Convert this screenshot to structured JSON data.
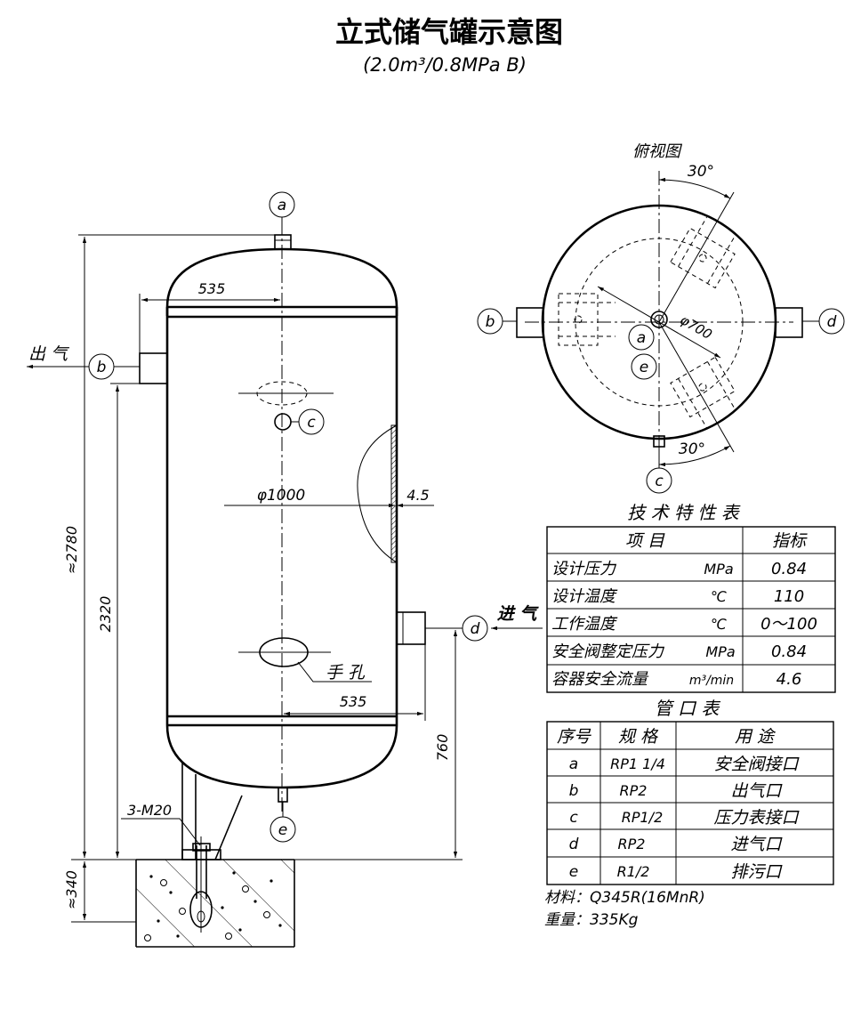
{
  "title": "立式储气罐示意图",
  "subtitle": "(2.0m³/0.8MPa  B)",
  "top_view_title": "俯视图",
  "labels": {
    "a": "a",
    "b": "b",
    "c": "c",
    "d": "d",
    "e": "e",
    "outlet": "出 气",
    "inlet": "进 气",
    "handhole": "手 孔",
    "bolt": "3-M20"
  },
  "dimensions": {
    "d535_top": "535",
    "d535_bottom": "535",
    "dia1000": "φ1000",
    "thk": "4.5",
    "h2780": "≈2780",
    "h2320": "2320",
    "h760": "760",
    "h340": "≈340",
    "dia700": "φ700",
    "ang30_top": "30°",
    "ang30_bottom": "30°"
  },
  "tech_table": {
    "title": "技 术 特 性 表",
    "headers": [
      "项 目",
      "指标"
    ],
    "rows": [
      {
        "item": "设计压力",
        "unit": "MPa",
        "value": "0.84"
      },
      {
        "item": "设计温度",
        "unit": "℃",
        "value": "110"
      },
      {
        "item": "工作温度",
        "unit": "℃",
        "value": "0～100"
      },
      {
        "item": "安全阀整定压力",
        "unit": "MPa",
        "value": "0.84"
      },
      {
        "item": "容器安全流量",
        "unit": "m³/min",
        "value": "4.6"
      }
    ]
  },
  "nozzle_table": {
    "title": "管 口 表",
    "headers": [
      "序号",
      "规 格",
      "用  途"
    ],
    "rows": [
      {
        "id": "a",
        "spec": "RP1 1/4",
        "use": "安全阀接口"
      },
      {
        "id": "b",
        "spec": "RP2",
        "use": "出气口"
      },
      {
        "id": "c",
        "spec": "RP1/2",
        "use": "压力表接口"
      },
      {
        "id": "d",
        "spec": "RP2",
        "use": "进气口"
      },
      {
        "id": "e",
        "spec": "R1/2",
        "use": "排污口"
      }
    ]
  },
  "material": "材料：Q345R(16MnR)",
  "weight": "重量：335Kg"
}
